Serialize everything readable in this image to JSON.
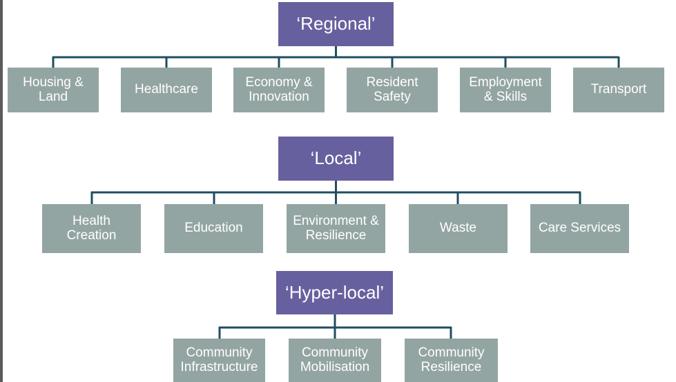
{
  "colors": {
    "tier_box": "#67609f",
    "child_box": "#93a5a2",
    "connector": "#1f4e5f",
    "text": "#ffffff"
  },
  "tiers": [
    {
      "title": "‘Regional’",
      "children": [
        "Housing &\nLand",
        "Healthcare",
        "Economy &\nInnovation",
        "Resident\nSafety",
        "Employment\n& Skills",
        "Transport"
      ]
    },
    {
      "title": "‘Local’",
      "children": [
        "Health\nCreation",
        "Education",
        "Environment &\nResilience",
        "Waste",
        "Care Services"
      ]
    },
    {
      "title": "‘Hyper-local’",
      "children": [
        "Community\nInfrastructure",
        "Community\nMobilisation",
        "Community\nResilience"
      ]
    }
  ]
}
